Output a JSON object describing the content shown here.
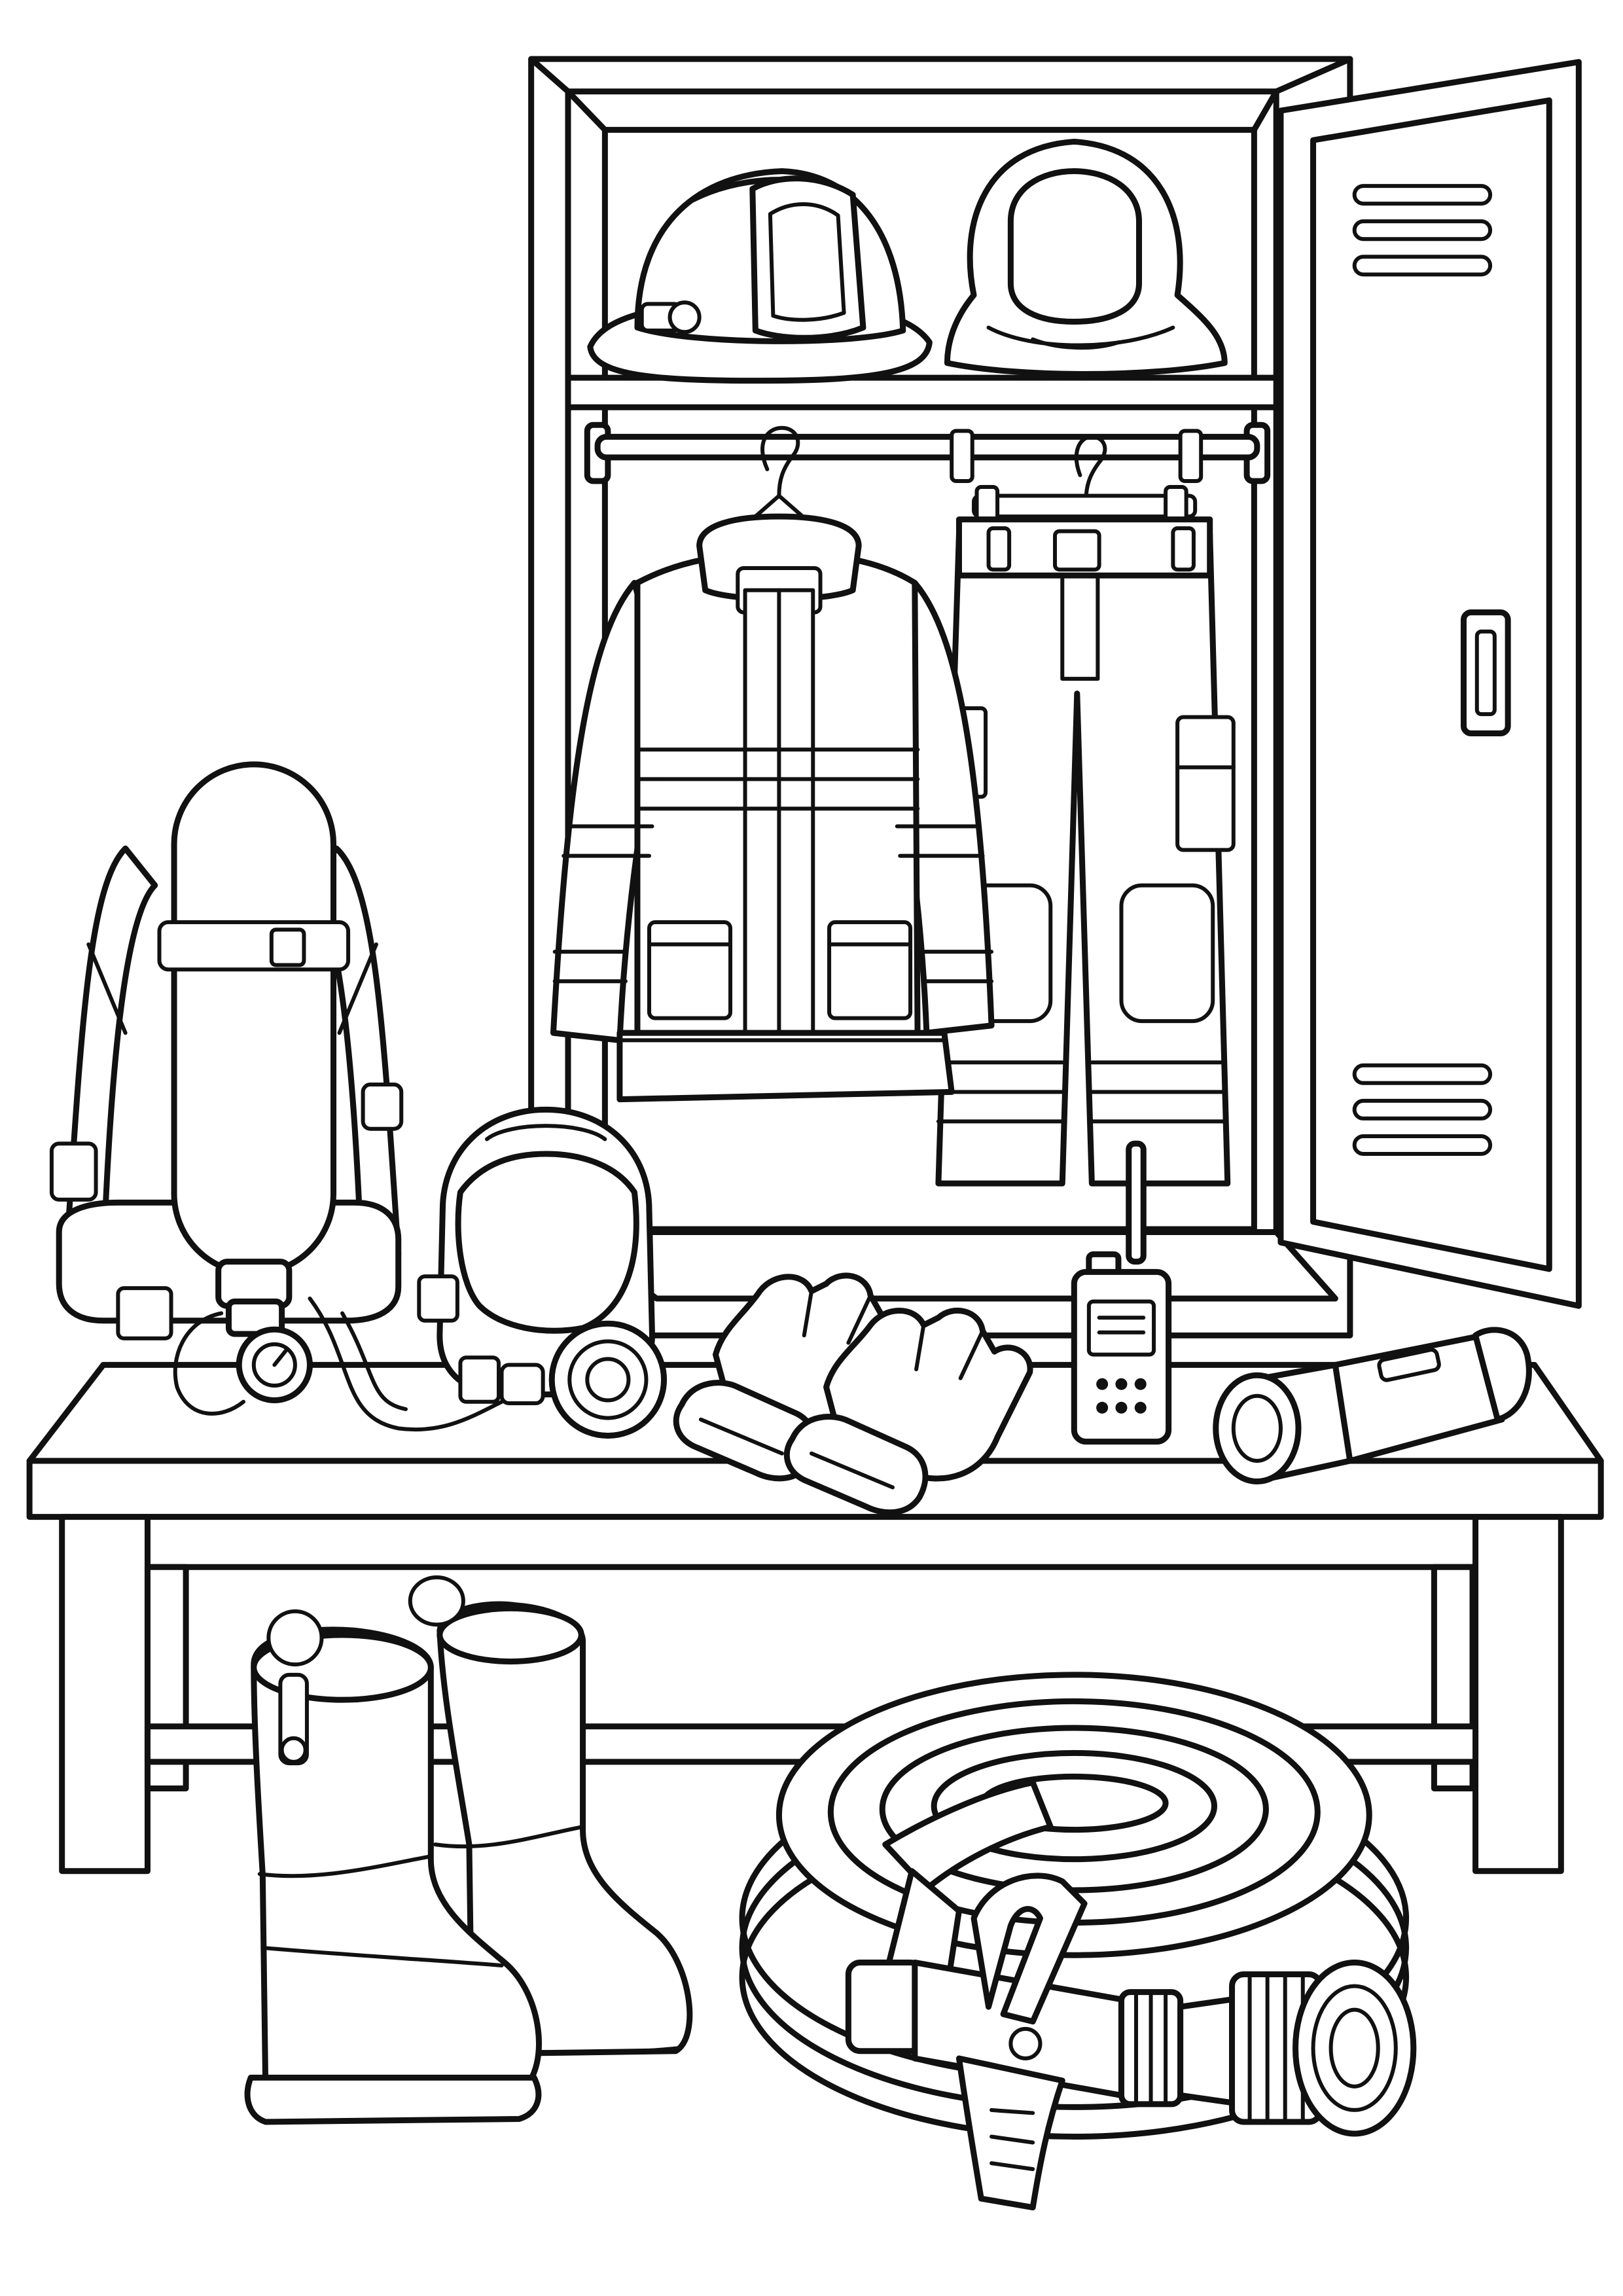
{
  "page": {
    "background": "#ffffff",
    "line_color": "#111111"
  },
  "illustration": {
    "kind": "coloring page line art",
    "items": [
      "locker",
      "helmet",
      "fire-hood",
      "turnout-jacket",
      "turnout-pants",
      "scba-air-tank",
      "face-mask",
      "gloves",
      "radio",
      "flashlight",
      "bench",
      "boots",
      "fire-hose",
      "hose-nozzle"
    ]
  }
}
